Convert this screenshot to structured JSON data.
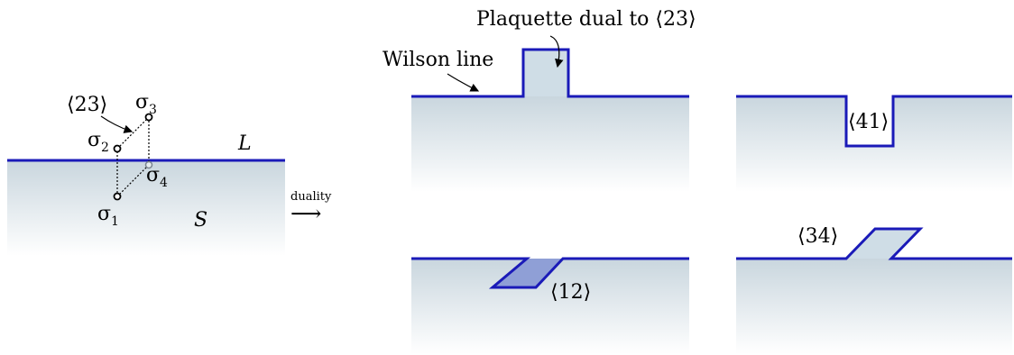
{
  "labels": {
    "plaquette_caption": "Plaquette dual to ⟨23⟩",
    "wilson_line": "Wilson line",
    "duality": "duality",
    "arrow": "⟶",
    "L": "L",
    "S": "S",
    "link_23": "⟨23⟩",
    "link_41": "⟨41⟩",
    "link_12": "⟨12⟩",
    "link_34": "⟨34⟩"
  },
  "sites": [
    {
      "sym": "σ",
      "idx": "1"
    },
    {
      "sym": "σ",
      "idx": "2"
    },
    {
      "sym": "σ",
      "idx": "3"
    },
    {
      "sym": "σ",
      "idx": "4"
    }
  ],
  "colors": {
    "wilson_line": "#1a1ab8",
    "surface_top": "#cdd9e0",
    "surface_bottom": "#ffffff",
    "plaquette_fill": "#cfdde6",
    "plaquette_fill_dark": "#8f9fd6"
  }
}
